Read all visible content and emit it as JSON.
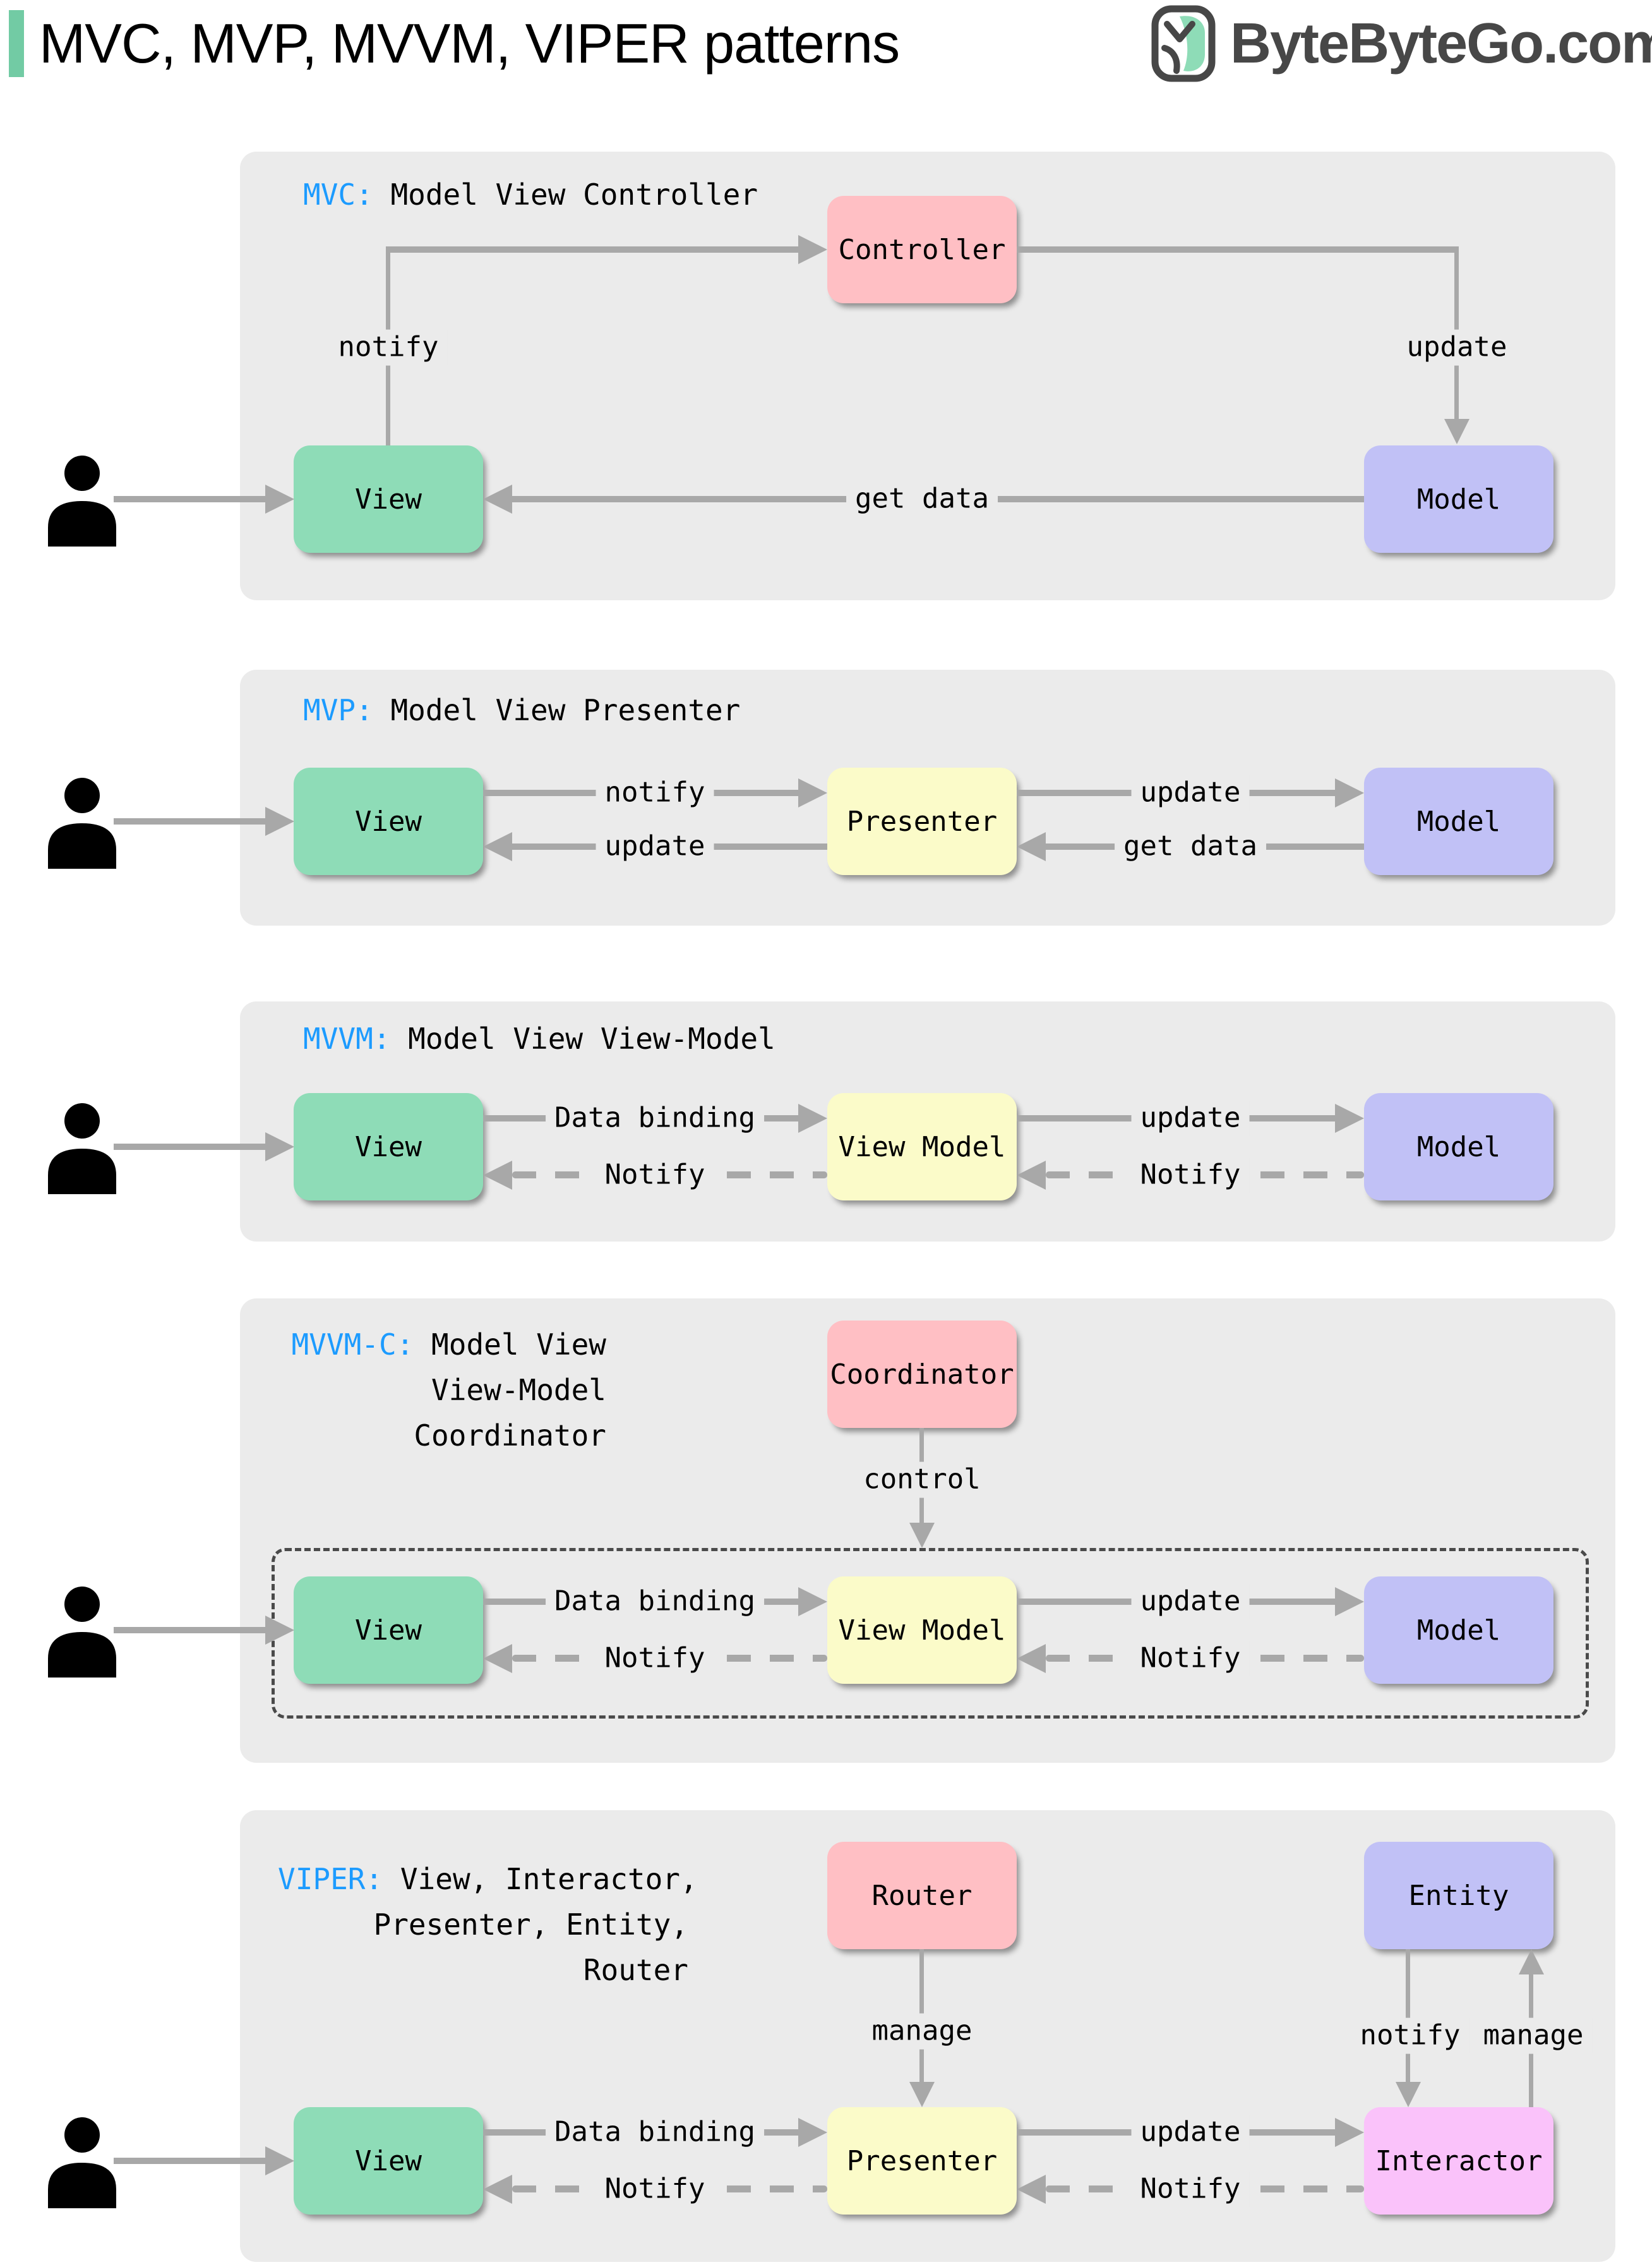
{
  "header": {
    "title": "MVC, MVP, MVVM, VIPER patterns",
    "logo_text": "ByteByteGo.com"
  },
  "colors": {
    "accent-green": "#72CBA4",
    "panel-bg": "#EBEBEB",
    "arrow": "#A8A8A8",
    "tag-blue": "#1C9BFF",
    "box-green": "#8EDCB7",
    "box-pink": "#FFBFC4",
    "box-yellow": "#FBFBC9",
    "box-purple": "#C1C1F6",
    "box-magenta": "#FAC2FA",
    "logo-gray": "#474747",
    "dash-border": "#4A4A4A"
  },
  "mvc": {
    "tag": "MVC:",
    "name": " Model View Controller",
    "controller": "Controller",
    "view": "View",
    "model": "Model",
    "notify": "notify",
    "update": "update",
    "get_data": "get data"
  },
  "mvp": {
    "tag": "MVP:",
    "name": " Model View Presenter",
    "view": "View",
    "presenter": "Presenter",
    "model": "Model",
    "notify": "notify",
    "update_view": "update",
    "update_model": "update",
    "get_data": "get data"
  },
  "mvvm": {
    "tag": "MVVM:",
    "name": " Model View View-Model",
    "view": "View",
    "view_model": "View Model",
    "model": "Model",
    "data_binding": "Data binding",
    "notify_view": "Notify",
    "update": "update",
    "notify_vm": "Notify"
  },
  "mvvmc": {
    "tag": "MVVM-C:",
    "name_line1": " Model View",
    "name_line2": "View-Model",
    "name_line3": "Coordinator",
    "coordinator": "Coordinator",
    "control": "control",
    "view": "View",
    "view_model": "View Model",
    "model": "Model",
    "data_binding": "Data binding",
    "notify_view": "Notify",
    "update": "update",
    "notify_vm": "Notify"
  },
  "viper": {
    "tag": "VIPER:",
    "name_line1": " View, Interactor,",
    "name_line2": "Presenter, Entity,",
    "name_line3": "Router",
    "router": "Router",
    "entity": "Entity",
    "view": "View",
    "presenter": "Presenter",
    "interactor": "Interactor",
    "manage_router": "manage",
    "notify_entity": "notify",
    "manage_entity": "manage",
    "data_binding": "Data binding",
    "notify_view": "Notify",
    "update": "update",
    "notify_presenter": "Notify"
  }
}
